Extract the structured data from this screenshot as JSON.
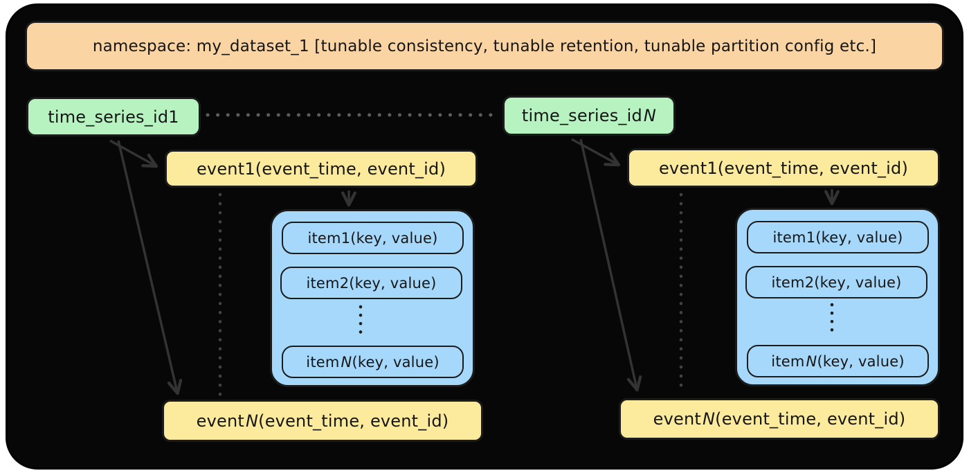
{
  "palette": {
    "bg": "#070707",
    "outer_bg": "#ffffff",
    "orange": "#fbd4a4",
    "green": "#b6f3c1",
    "yellow": "#fdeb9d",
    "blue": "#a5d8fb",
    "stroke": "#1b1b1b",
    "text": "#161616",
    "arrow": "#333333",
    "dotted_light": "#5d5d5d",
    "dotted_dark": "#424242"
  },
  "namespace": {
    "label": "namespace: my_dataset_1 [tunable consistency, tunable retention, tunable partition config etc.]"
  },
  "left": {
    "time_series": {
      "prefix": "time_series_id ",
      "id": "1"
    },
    "event_first": {
      "prefix": "event ",
      "id": "1",
      "suffix": " (event_time, event_id)"
    },
    "items": [
      {
        "prefix": "item ",
        "id": "1",
        "suffix": " (key, value)"
      },
      {
        "prefix": "item ",
        "id": "2",
        "suffix": " (key, value)"
      },
      {
        "prefix": "item ",
        "id": "N",
        "suffix": " (key, value)"
      }
    ],
    "event_last": {
      "prefix": "event ",
      "id": "N",
      "suffix": " (event_time, event_id)"
    }
  },
  "right": {
    "time_series": {
      "prefix": "time_series_id ",
      "id": "N"
    },
    "event_first": {
      "prefix": "event ",
      "id": "1",
      "suffix": " (event_time, event_id)"
    },
    "items": [
      {
        "prefix": "item ",
        "id": "1",
        "suffix": " (key, value)"
      },
      {
        "prefix": "item ",
        "id": "2",
        "suffix": " (key, value)"
      },
      {
        "prefix": "item ",
        "id": "N",
        "suffix": " (key, value)"
      }
    ],
    "event_last": {
      "prefix": "event ",
      "id": "N",
      "suffix": " (event_time, event_id)"
    }
  }
}
